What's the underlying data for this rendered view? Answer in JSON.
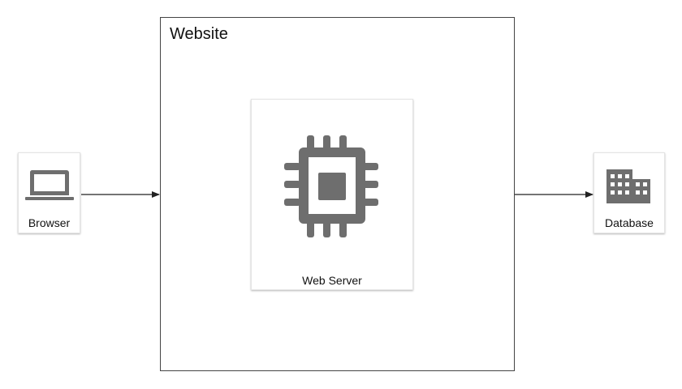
{
  "group": {
    "title": "Website"
  },
  "nodes": {
    "browser": {
      "label": "Browser",
      "icon": "laptop-icon"
    },
    "web_server": {
      "label": "Web Server",
      "icon": "cpu-chip-icon"
    },
    "database": {
      "label": "Database",
      "icon": "building-icon"
    }
  },
  "edges": [
    {
      "from": "Browser",
      "to": "Website"
    },
    {
      "from": "Website",
      "to": "Database"
    }
  ],
  "colors": {
    "icon": "#6e6e6e",
    "line": "#222222",
    "group_border": "#444444"
  }
}
